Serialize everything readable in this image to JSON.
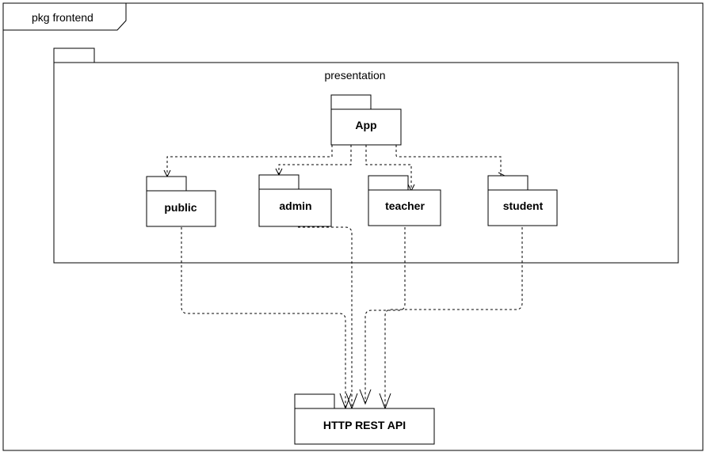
{
  "frame": {
    "title": "pkg frontend"
  },
  "presentation": {
    "title": "presentation"
  },
  "packages": {
    "app": "App",
    "public": "public",
    "admin": "admin",
    "teacher": "teacher",
    "student": "student",
    "api": "HTTP REST API"
  },
  "dependencies": [
    {
      "from": "App",
      "to": "public"
    },
    {
      "from": "App",
      "to": "admin"
    },
    {
      "from": "App",
      "to": "teacher"
    },
    {
      "from": "App",
      "to": "student"
    },
    {
      "from": "public",
      "to": "HTTP REST API"
    },
    {
      "from": "admin",
      "to": "HTTP REST API"
    },
    {
      "from": "teacher",
      "to": "HTTP REST API"
    },
    {
      "from": "student",
      "to": "HTTP REST API"
    }
  ]
}
